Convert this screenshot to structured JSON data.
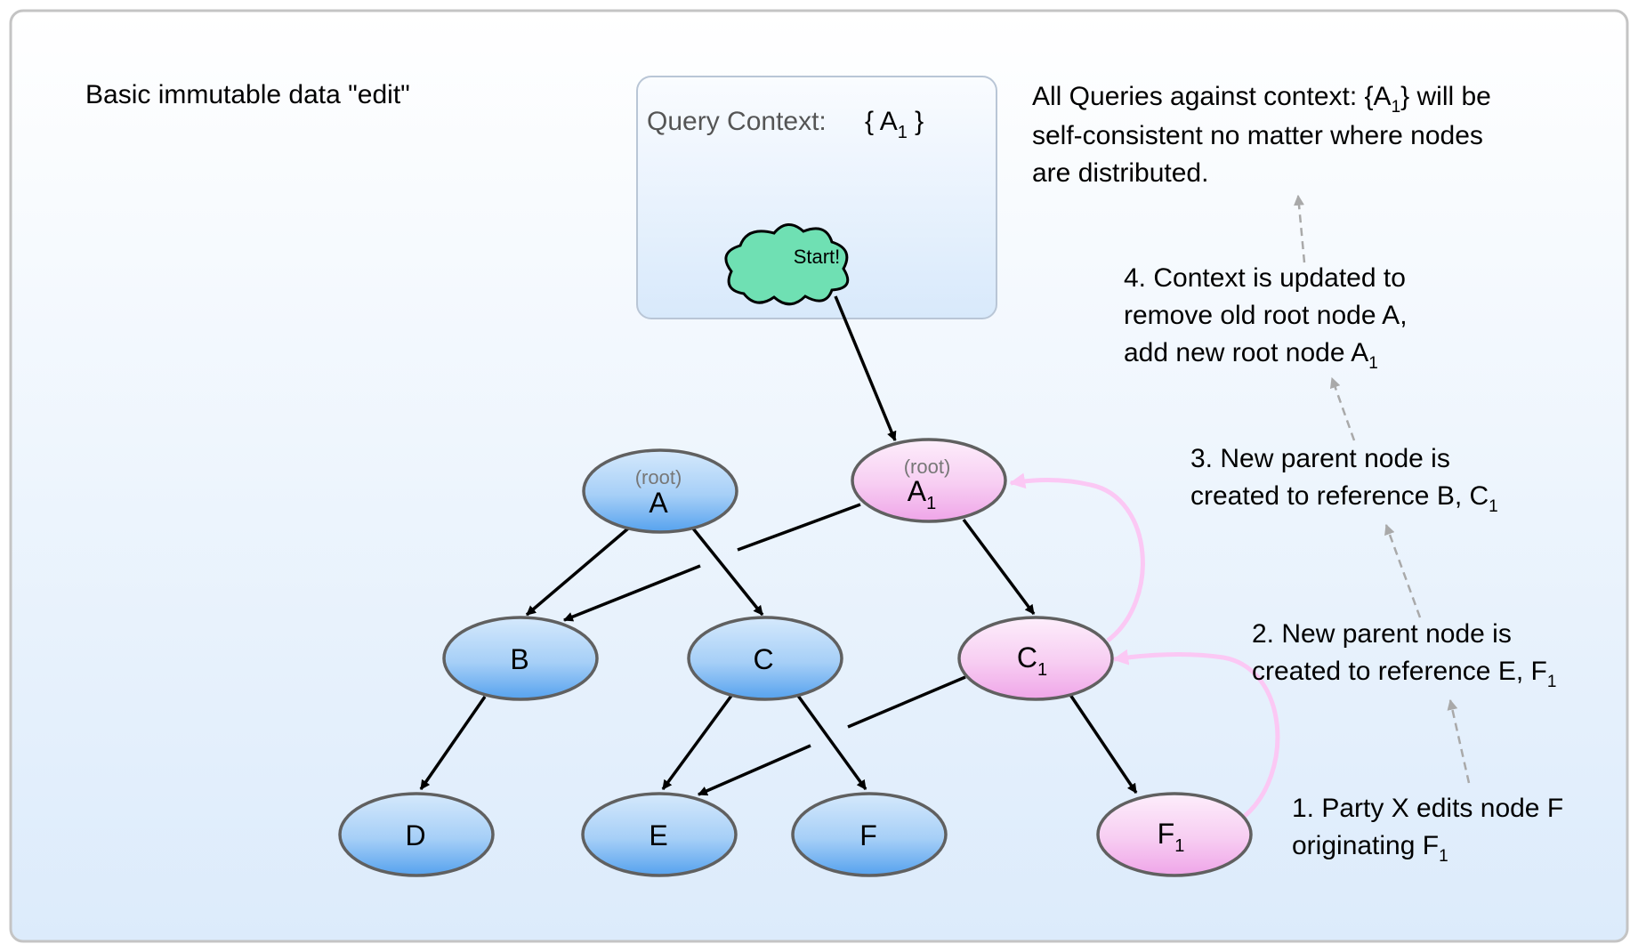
{
  "title": "Basic immutable data \"edit\"",
  "query_context": {
    "label": "Query Context:",
    "value_open": "{ A",
    "value_sub": "1",
    "value_close": " }",
    "start_label": "Start!"
  },
  "nodes": {
    "A": {
      "label": "A",
      "sub": "",
      "tag": "(root)"
    },
    "A1": {
      "label": "A",
      "sub": "1",
      "tag": "(root)"
    },
    "B": {
      "label": "B",
      "sub": "",
      "tag": ""
    },
    "C": {
      "label": "C",
      "sub": "",
      "tag": ""
    },
    "C1": {
      "label": "C",
      "sub": "1",
      "tag": ""
    },
    "D": {
      "label": "D",
      "sub": "",
      "tag": ""
    },
    "E": {
      "label": "E",
      "sub": "",
      "tag": ""
    },
    "F": {
      "label": "F",
      "sub": "",
      "tag": ""
    },
    "F1": {
      "label": "F",
      "sub": "1",
      "tag": ""
    }
  },
  "notes": {
    "summary": {
      "l1a": "All Queries against context: {A",
      "l1s": "1",
      "l1b": "} will be",
      "l2": "self-consistent no matter where nodes",
      "l3": "are distributed."
    },
    "step4": {
      "l1": "4. Context is updated to",
      "l2": "remove old root node A,",
      "l3a": "add new root node A",
      "l3s": "1"
    },
    "step3": {
      "l1": "3. New parent node is",
      "l2a": "created to reference B, C",
      "l2s": "1"
    },
    "step2": {
      "l1": "2. New parent node is",
      "l2a": "created to reference E, F",
      "l2s": "1"
    },
    "step1": {
      "l1": "1. Party X edits node F",
      "l2a": "originating F",
      "l2s": "1"
    }
  },
  "colors": {
    "blue_node_top": "#cfe6fb",
    "blue_node_bottom": "#5aa6ee",
    "pink_node_top": "#fbe3f8",
    "pink_node_bottom": "#f0a8ea",
    "start_cloud": "#6fe0b3",
    "pink_arrow": "#fbc8f4",
    "dashed_arrow": "#a9a9a9"
  }
}
